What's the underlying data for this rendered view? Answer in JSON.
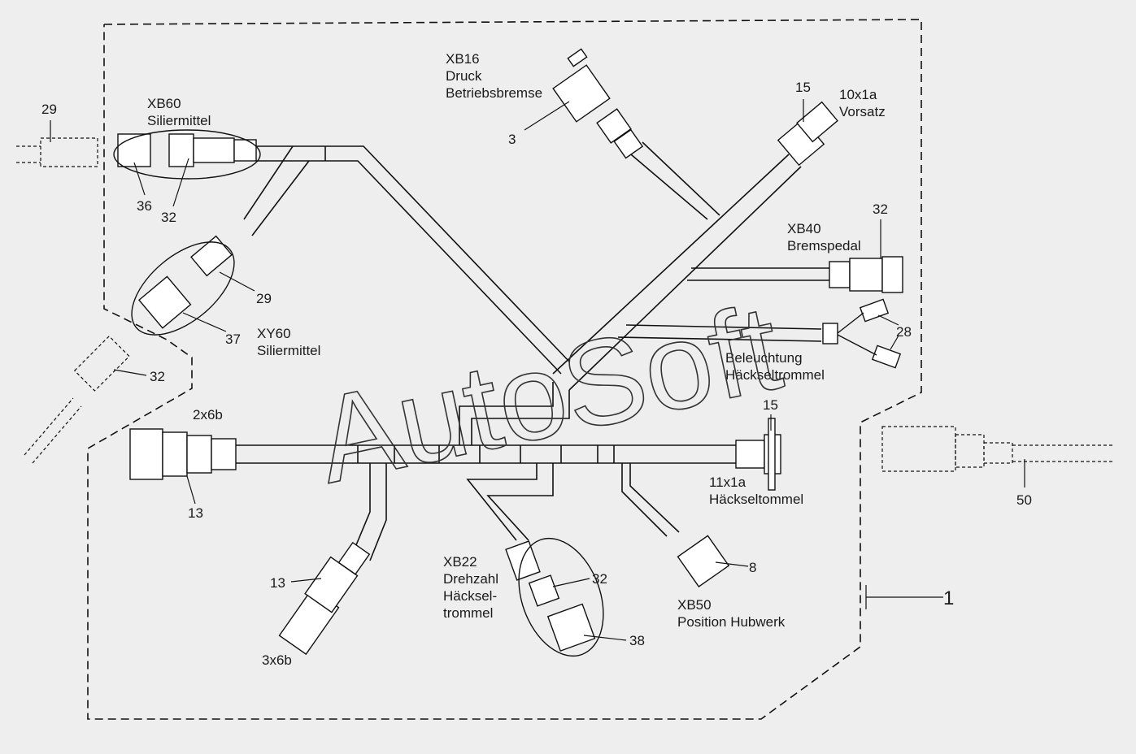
{
  "labels": {
    "xb16": [
      "XB16",
      "Druck",
      "Betriebsbremse"
    ],
    "xb60": [
      "XB60",
      "Siliermittel"
    ],
    "vorsatz": [
      "10x1a",
      "Vorsatz"
    ],
    "xb40": [
      "XB40",
      "Bremspedal"
    ],
    "xy60": [
      "XY60",
      "Siliermittel"
    ],
    "beleuchtung": [
      "Beleuchtung",
      "Häckseltrommel"
    ],
    "c2x6b": "2x6b",
    "c3x6b": "3x6b",
    "haeckseltommel": [
      "11x1a",
      "Häckseltommel"
    ],
    "xb22": [
      "XB22",
      "Drehzahl",
      "Häcksel-",
      "trommel"
    ],
    "xb50": [
      "XB50",
      "Position Hubwerk"
    ]
  },
  "callouts": {
    "c29_top": "29",
    "c36": "36",
    "c32_xb60": "32",
    "c3": "3",
    "c15_top": "15",
    "c32_xb40": "32",
    "c29_mid": "29",
    "c37": "37",
    "c32_left": "32",
    "c28": "28",
    "c15_mid": "15",
    "c13_a": "13",
    "c13_b": "13",
    "c32_xb22": "32",
    "c38": "38",
    "c8": "8",
    "c50": "50",
    "c1": "1"
  },
  "watermark": "AutoSoft"
}
